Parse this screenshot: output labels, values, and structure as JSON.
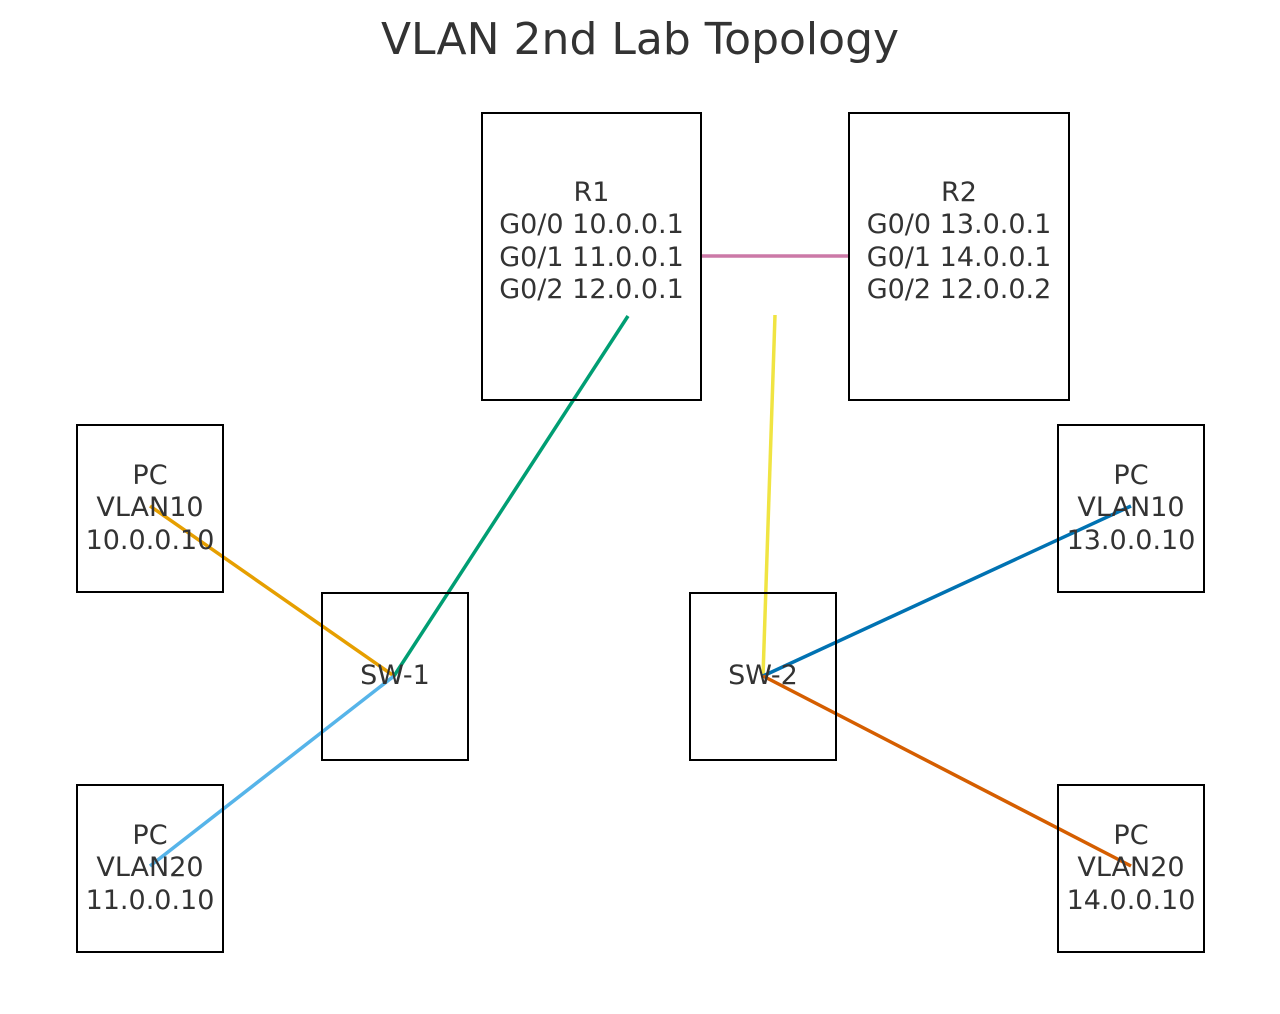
{
  "title": "VLAN 2nd Lab Topology",
  "nodes": {
    "r1": {
      "name": "R1",
      "interfaces": [
        "G0/0 10.0.0.1",
        "G0/1 11.0.0.1",
        "G0/2 12.0.0.1"
      ]
    },
    "r2": {
      "name": "R2",
      "interfaces": [
        "G0/0 13.0.0.1",
        "G0/1 14.0.0.1",
        "G0/2 12.0.0.2"
      ]
    },
    "pc_a": {
      "type": "PC",
      "vlan": "VLAN10",
      "ip": "10.0.0.10"
    },
    "pc_b": {
      "type": "PC",
      "vlan": "VLAN20",
      "ip": "11.0.0.10"
    },
    "pc_c": {
      "type": "PC",
      "vlan": "VLAN10",
      "ip": "13.0.0.10"
    },
    "pc_d": {
      "type": "PC",
      "vlan": "VLAN20",
      "ip": "14.0.0.10"
    },
    "sw1": {
      "name": "SW-1"
    },
    "sw2": {
      "name": "SW-2"
    }
  },
  "links": [
    {
      "from": "r1",
      "to": "r2",
      "color": "#CC79A7"
    },
    {
      "from": "r1",
      "to": "sw1",
      "color": "#009E73"
    },
    {
      "from": "r2",
      "to": "sw2",
      "color": "#F0E442"
    },
    {
      "from": "sw1",
      "to": "pc_a",
      "color": "#E69F00"
    },
    {
      "from": "sw1",
      "to": "pc_b",
      "color": "#56B4E9"
    },
    {
      "from": "sw2",
      "to": "pc_c",
      "color": "#0072B2"
    },
    {
      "from": "sw2",
      "to": "pc_d",
      "color": "#D55E00"
    }
  ]
}
